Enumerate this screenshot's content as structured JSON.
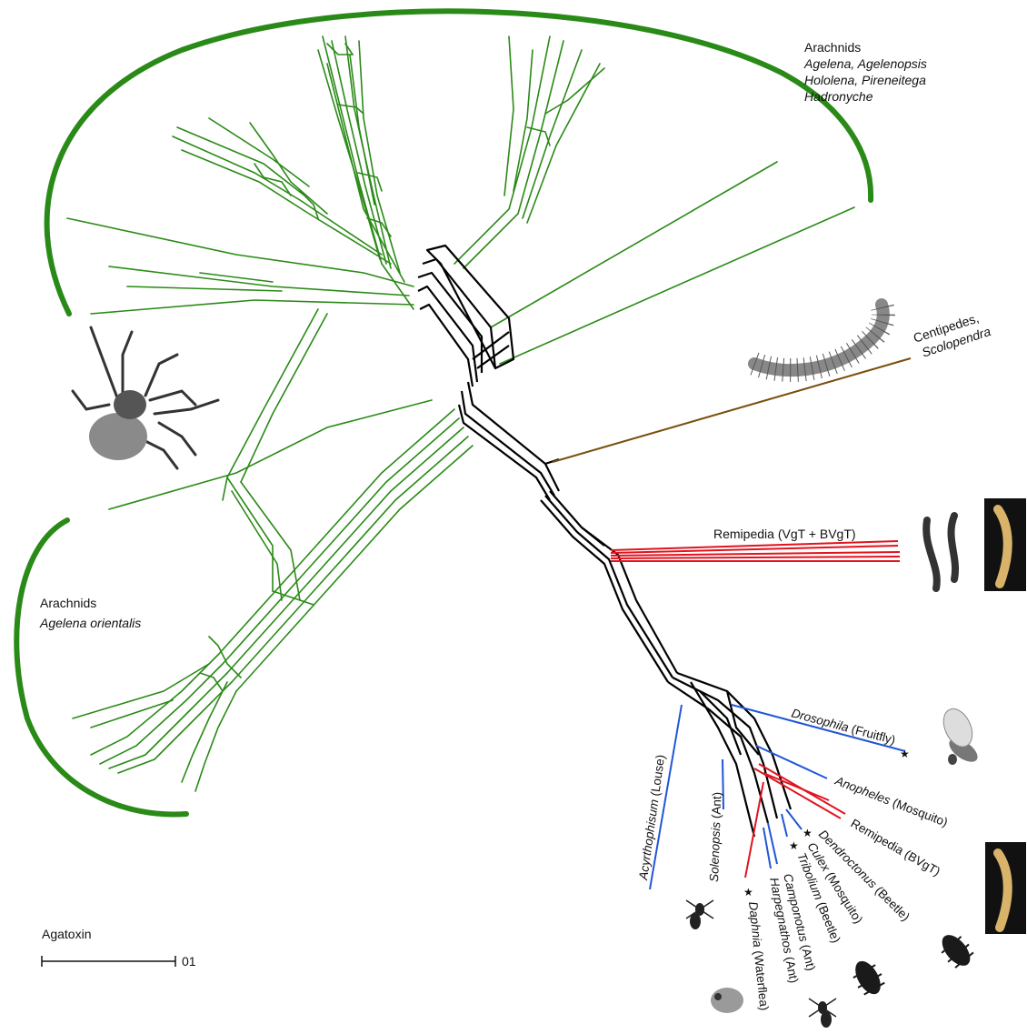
{
  "colors": {
    "arachnid": "#2a8a17",
    "core": "#000000",
    "centipede": "#7a4f0e",
    "remipedia": "#e0141e",
    "insect": "#2056d6",
    "ink": "#111111"
  },
  "groups": {
    "arachnids_top": {
      "title": "Arachnids",
      "genera": [
        "Agelena, Agelenopsis",
        "Hololena, Pireneitega",
        "Hadronyche"
      ]
    },
    "arachnids_left": {
      "title": "Arachnids",
      "genera": [
        "Agelena orientalis"
      ]
    },
    "centipedes": {
      "line1": "Centipedes,",
      "line2": "Scolopendra"
    },
    "remipedia_top": "Remipedia  (VgT + BVgT)"
  },
  "leaves": [
    {
      "italic": "Drosophila",
      "plain": " (Fruitfly)",
      "star": true
    },
    {
      "italic": "Anopheles",
      "plain": " (Mosquito)",
      "star": false
    },
    {
      "italic": "",
      "plain": "Remipedia (BVgT)",
      "star": false
    },
    {
      "italic": "Dendroctonus",
      "plain": " (Beetle)",
      "star": true
    },
    {
      "italic": "Culex",
      "plain": " (Mosquito)",
      "star": false
    },
    {
      "italic": "Tribolium",
      "plain": " (Beetle)",
      "star": true
    },
    {
      "italic": "Camponotus",
      "plain": " (Ant)",
      "star": false
    },
    {
      "italic": "Harpegnathos",
      "plain": " (Ant)",
      "star": false
    },
    {
      "italic": "Daphnia",
      "plain": " (Waterflea)",
      "star": true
    },
    {
      "italic": "Solenopsis",
      "plain": " (Ant)",
      "star": false
    },
    {
      "italic": "Acyrthophisum",
      "plain": " (Louse)",
      "star": false
    }
  ],
  "scale": {
    "title": "Agatoxin",
    "value": "01"
  },
  "icons": [
    "spider-icon",
    "centipede-icon",
    "remipede-icon",
    "larva-icon",
    "fly-icon",
    "ant-icon",
    "beetle-icon",
    "waterflea-icon"
  ]
}
